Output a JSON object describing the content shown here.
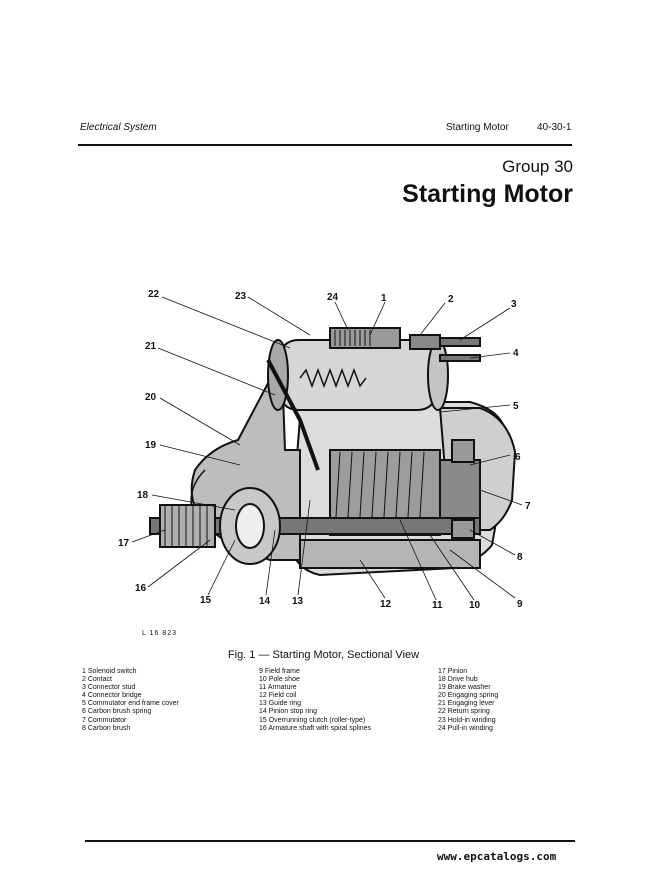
{
  "header": {
    "section": "Electrical System",
    "topic": "Starting Motor",
    "page": "40-30-1"
  },
  "group": "Group 30",
  "title": "Starting Motor",
  "figure": {
    "id": "L 16 823",
    "caption": "Fig. 1 — Starting Motor, Sectional View",
    "callouts": [
      "1",
      "2",
      "3",
      "4",
      "5",
      "6",
      "7",
      "8",
      "9",
      "10",
      "11",
      "12",
      "13",
      "14",
      "15",
      "16",
      "17",
      "18",
      "19",
      "20",
      "21",
      "22",
      "23",
      "24"
    ]
  },
  "legend": [
    "1  Solenoid switch",
    "2  Contact",
    "3  Connector stud",
    "4  Connector bridge",
    "5  Commutator end frame cover",
    "6  Carbon brush spring",
    "7  Commutator",
    "8  Carbon brush",
    "9  Field frame",
    "10  Pole shoe",
    "11  Armature",
    "12  Field coil",
    "13  Guide ring",
    "14  Pinion stop ring",
    "15  Overrunning clutch (roller-type)",
    "16  Armature shaft with spiral splines",
    "17  Pinion",
    "18  Drive hub",
    "19  Brake washer",
    "20  Engaging spring",
    "21  Engaging lever",
    "22  Return spring",
    "23  Hold-in winding",
    "24  Pull-in winding"
  ],
  "watermark": "www.epcatalogs.com"
}
